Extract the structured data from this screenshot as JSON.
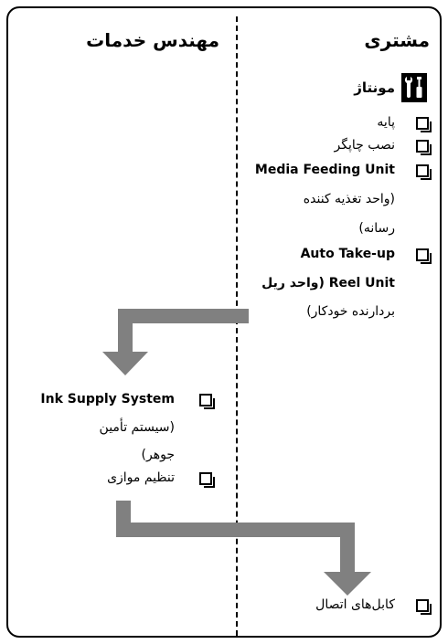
{
  "headings": {
    "customer": "مشتری",
    "engineer": "مهندس خدمات"
  },
  "assembly": {
    "icon": "wrench-screwdriver-icon",
    "label": "مونتاژ"
  },
  "customer_items": [
    {
      "lines": [
        "پایه"
      ]
    },
    {
      "lines": [
        "نصب چاپگر"
      ]
    },
    {
      "lines": [
        "Media Feeding Unit",
        "(واحد تغذیه کننده",
        "رسانه)"
      ]
    },
    {
      "lines": [
        "Auto Take-up",
        "Reel Unit (واحد ریل",
        "بردارنده خودکار)"
      ]
    }
  ],
  "engineer_items": [
    {
      "lines": [
        "Ink Supply System",
        "(سیستم تأمین",
        "جوهر)"
      ]
    },
    {
      "lines": [
        "تنظیم موازی"
      ]
    }
  ],
  "final_item": {
    "lines": [
      "کابل‌های اتصال"
    ]
  },
  "colors": {
    "arrow": "#808080",
    "border": "#000000"
  }
}
